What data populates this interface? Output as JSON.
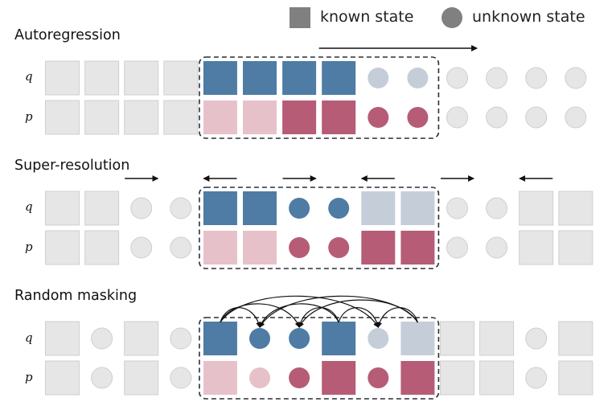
{
  "legend": {
    "known_label": "known state",
    "unknown_label": "unknown state",
    "marker_color": "#808080"
  },
  "colors": {
    "inactive": "#e6e6e6",
    "inactive_border": "#cfcfcf",
    "q_dark": "#4e7ca4",
    "q_light": "#c5ced8",
    "p_dark": "#b65c76",
    "p_light": "#e6c1ca",
    "window_border": "#2a2f3a",
    "arrow": "#111111"
  },
  "sections": [
    {
      "title": "Autoregression",
      "direction_arrows": [
        {
          "dir": "right",
          "slots": [
            7,
            11
          ]
        }
      ],
      "rows": [
        {
          "label": "q",
          "cells": [
            [
              "sq",
              "inactive"
            ],
            [
              "sq",
              "inactive"
            ],
            [
              "sq",
              "inactive"
            ],
            [
              "sq",
              "inactive"
            ],
            [
              "sq",
              "q_dark"
            ],
            [
              "sq",
              "q_dark"
            ],
            [
              "sq",
              "q_dark"
            ],
            [
              "sq",
              "q_dark"
            ],
            [
              "ci",
              "q_light"
            ],
            [
              "ci",
              "q_light"
            ],
            [
              "ci",
              "inactive"
            ],
            [
              "ci",
              "inactive"
            ],
            [
              "ci",
              "inactive"
            ],
            [
              "ci",
              "inactive"
            ]
          ]
        },
        {
          "label": "p",
          "cells": [
            [
              "sq",
              "inactive"
            ],
            [
              "sq",
              "inactive"
            ],
            [
              "sq",
              "inactive"
            ],
            [
              "sq",
              "inactive"
            ],
            [
              "sq",
              "p_light"
            ],
            [
              "sq",
              "p_light"
            ],
            [
              "sq",
              "p_dark"
            ],
            [
              "sq",
              "p_dark"
            ],
            [
              "ci",
              "p_dark"
            ],
            [
              "ci",
              "p_dark"
            ],
            [
              "ci",
              "inactive"
            ],
            [
              "ci",
              "inactive"
            ],
            [
              "ci",
              "inactive"
            ],
            [
              "ci",
              "inactive"
            ]
          ]
        }
      ],
      "window": [
        4,
        9
      ]
    },
    {
      "title": "Super-resolution",
      "direction_arrows": [
        {
          "dir": "right",
          "slots": [
            2,
            3
          ]
        },
        {
          "dir": "left",
          "slots": [
            4,
            5
          ]
        },
        {
          "dir": "right",
          "slots": [
            6,
            7
          ]
        },
        {
          "dir": "left",
          "slots": [
            8,
            9
          ]
        },
        {
          "dir": "right",
          "slots": [
            10,
            11
          ]
        },
        {
          "dir": "left",
          "slots": [
            12,
            13
          ]
        }
      ],
      "rows": [
        {
          "label": "q",
          "cells": [
            [
              "sq",
              "inactive"
            ],
            [
              "sq",
              "inactive"
            ],
            [
              "ci",
              "inactive"
            ],
            [
              "ci",
              "inactive"
            ],
            [
              "sq",
              "q_dark"
            ],
            [
              "sq",
              "q_dark"
            ],
            [
              "ci",
              "q_dark"
            ],
            [
              "ci",
              "q_dark"
            ],
            [
              "sq",
              "q_light"
            ],
            [
              "sq",
              "q_light"
            ],
            [
              "ci",
              "inactive"
            ],
            [
              "ci",
              "inactive"
            ],
            [
              "sq",
              "inactive"
            ],
            [
              "sq",
              "inactive"
            ]
          ]
        },
        {
          "label": "p",
          "cells": [
            [
              "sq",
              "inactive"
            ],
            [
              "sq",
              "inactive"
            ],
            [
              "ci",
              "inactive"
            ],
            [
              "ci",
              "inactive"
            ],
            [
              "sq",
              "p_light"
            ],
            [
              "sq",
              "p_light"
            ],
            [
              "ci",
              "p_dark"
            ],
            [
              "ci",
              "p_dark"
            ],
            [
              "sq",
              "p_dark"
            ],
            [
              "sq",
              "p_dark"
            ],
            [
              "ci",
              "inactive"
            ],
            [
              "ci",
              "inactive"
            ],
            [
              "sq",
              "inactive"
            ],
            [
              "sq",
              "inactive"
            ]
          ]
        }
      ],
      "window": [
        4,
        9
      ]
    },
    {
      "title": "Random masking",
      "dependency_arcs": [
        [
          4,
          5
        ],
        [
          4,
          6
        ],
        [
          4,
          8
        ],
        [
          7,
          5
        ],
        [
          7,
          6
        ],
        [
          7,
          8
        ],
        [
          9,
          5
        ],
        [
          9,
          6
        ],
        [
          9,
          8
        ]
      ],
      "rows": [
        {
          "label": "q",
          "cells": [
            [
              "sq",
              "inactive"
            ],
            [
              "ci",
              "inactive"
            ],
            [
              "sq",
              "inactive"
            ],
            [
              "ci",
              "inactive"
            ],
            [
              "sq",
              "q_dark"
            ],
            [
              "ci",
              "q_dark"
            ],
            [
              "ci",
              "q_dark"
            ],
            [
              "sq",
              "q_dark"
            ],
            [
              "ci",
              "q_light"
            ],
            [
              "sq",
              "q_light"
            ],
            [
              "sq",
              "inactive"
            ],
            [
              "sq",
              "inactive"
            ],
            [
              "ci",
              "inactive"
            ],
            [
              "sq",
              "inactive"
            ]
          ]
        },
        {
          "label": "p",
          "cells": [
            [
              "sq",
              "inactive"
            ],
            [
              "ci",
              "inactive"
            ],
            [
              "sq",
              "inactive"
            ],
            [
              "ci",
              "inactive"
            ],
            [
              "sq",
              "p_light"
            ],
            [
              "ci",
              "p_light"
            ],
            [
              "ci",
              "p_dark"
            ],
            [
              "sq",
              "p_dark"
            ],
            [
              "ci",
              "p_dark"
            ],
            [
              "sq",
              "p_dark"
            ],
            [
              "sq",
              "inactive"
            ],
            [
              "sq",
              "inactive"
            ],
            [
              "ci",
              "inactive"
            ],
            [
              "sq",
              "inactive"
            ]
          ]
        }
      ],
      "window": [
        4,
        9
      ]
    }
  ]
}
